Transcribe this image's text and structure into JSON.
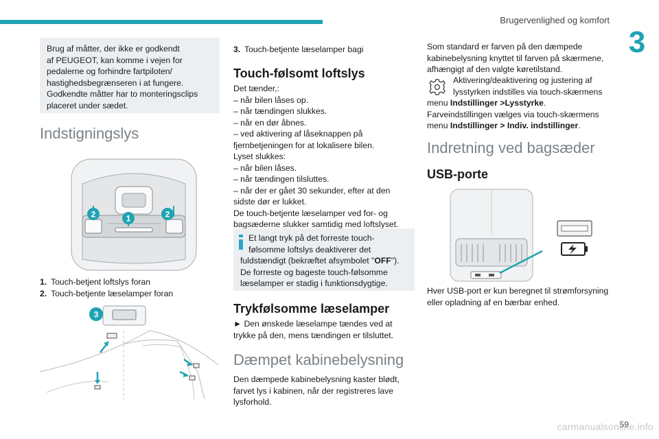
{
  "header": {
    "title": "Brugervenlighed og komfort",
    "chapter": "3",
    "page": "59",
    "watermark": "carmanualsonline.info"
  },
  "col1": {
    "note": [
      "Brug af måtter, der ikke er godkendt",
      "af PEUGEOT, kan komme i vejen for",
      "pedalerne og forhindre fartpiloten/",
      "hastighedsbegrænseren i at fungere.",
      "Godkendte måtter har to monteringsclips",
      "placeret under sædet."
    ],
    "heading": "Indstigningslys",
    "fig1_badges": [
      "2",
      "1",
      "2"
    ],
    "legend": [
      {
        "num": "1.",
        "text": "Touch-betjent loftslys foran"
      },
      {
        "num": "2.",
        "text": "Touch-betjente læselamper foran"
      }
    ],
    "fig2_badge": "3"
  },
  "col2": {
    "item3": {
      "num": "3.",
      "text": "Touch-betjente læselamper bagi"
    },
    "heading1": "Touch-følsomt loftslys",
    "para1": [
      "Det tænder,:",
      "–  når bilen låses op.",
      "–  når tændingen slukkes.",
      "–  når en dør åbnes.",
      "–  ved aktivering af låseknappen på",
      "fjernbetjeningen for at lokalisere bilen.",
      "Lyset slukkes:",
      "–  når bilen låses.",
      "–  når tændingen tilsluttes.",
      "–  når der er gået 30 sekunder, efter at den",
      "sidste dør er lukket.",
      "De touch-betjente læselamper ved for- og",
      "bagsæderne slukker samtidig med loftslyset."
    ],
    "info": {
      "l1": "Et langt tryk på det forreste touch-",
      "l2": "følsomme loftslys deaktiverer det",
      "l3a": "fuldstændigt (bekræftet afsymbolet \"",
      "l3b": "OFF",
      "l3c": "\").",
      "l4": "De forreste og bageste touch-følsomme",
      "l5": "læselamper er stadig i funktionsdygtige."
    },
    "heading2": "Trykfølsomme læselamper",
    "para2": [
      "►  Den ønskede læselampe tændes ved at",
      "trykke på den, mens tændingen er tilsluttet."
    ],
    "heading3": "Dæmpet kabinebelysning",
    "para3": [
      "Den dæmpede kabinebelysning kaster blødt,",
      "farvet lys i kabinen, når der registreres lave",
      "lysforhold."
    ]
  },
  "col3": {
    "para1": [
      "Som standard er farven på den dæmpede",
      "kabinebelysning knyttet til farven på skærmene,",
      "afhængigt af den valgte køretilstand."
    ],
    "settings": {
      "l1": "Aktivering/deaktivering og justering af",
      "l2": "lysstyrken indstilles via touch-skærmens",
      "l3a": "menu ",
      "l3b": "Indstillinger >Lysstyrke",
      "l3c": ".",
      "l4": "Farveindstillingen vælges via touch-skærmens",
      "l5a": "menu ",
      "l5b": "Indstillinger > Indiv. indstillinger",
      "l5c": "."
    },
    "heading1": "Indretning ved bagsæder",
    "heading2": "USB-porte",
    "para2": [
      "Hver USB-port er kun beregnet til strømforsyning",
      "eller opladning af en bærbar enhed."
    ]
  },
  "colors": {
    "accent": "#1fa3b3",
    "note_bg": "#eceff1",
    "heading_grey": "#7a8288",
    "info_icon": "#2aa7c6"
  }
}
